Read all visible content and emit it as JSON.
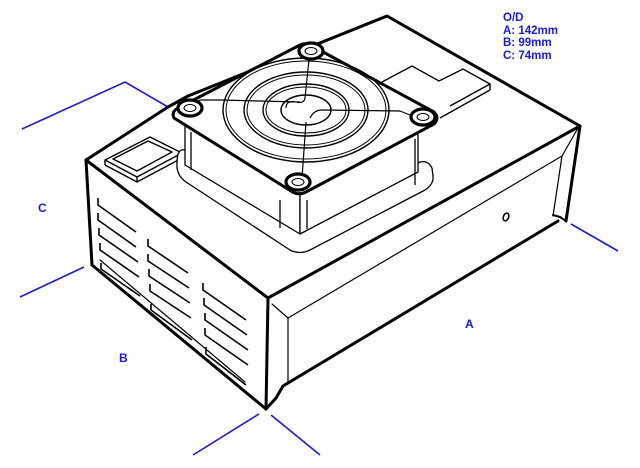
{
  "diagram": {
    "title": "Enclosure with cooling fan - isometric outline drawing",
    "line_color": "#000000",
    "dimension_color": "#1a1adc",
    "background": "#ffffff"
  },
  "dimensions_box": {
    "heading": "O/D",
    "lines": [
      {
        "key": "A",
        "text": "A: 142mm",
        "value_mm": 142
      },
      {
        "key": "B",
        "text": "B: 99mm",
        "value_mm": 99
      },
      {
        "key": "C",
        "text": "C: 74mm",
        "value_mm": 74
      }
    ]
  },
  "axis_labels": {
    "a": "A",
    "b": "B",
    "c": "C"
  },
  "components": {
    "fan": "cooling-fan",
    "switch": "rocker-switch",
    "vents": "side-vent-slots",
    "screw_hole": "o"
  }
}
